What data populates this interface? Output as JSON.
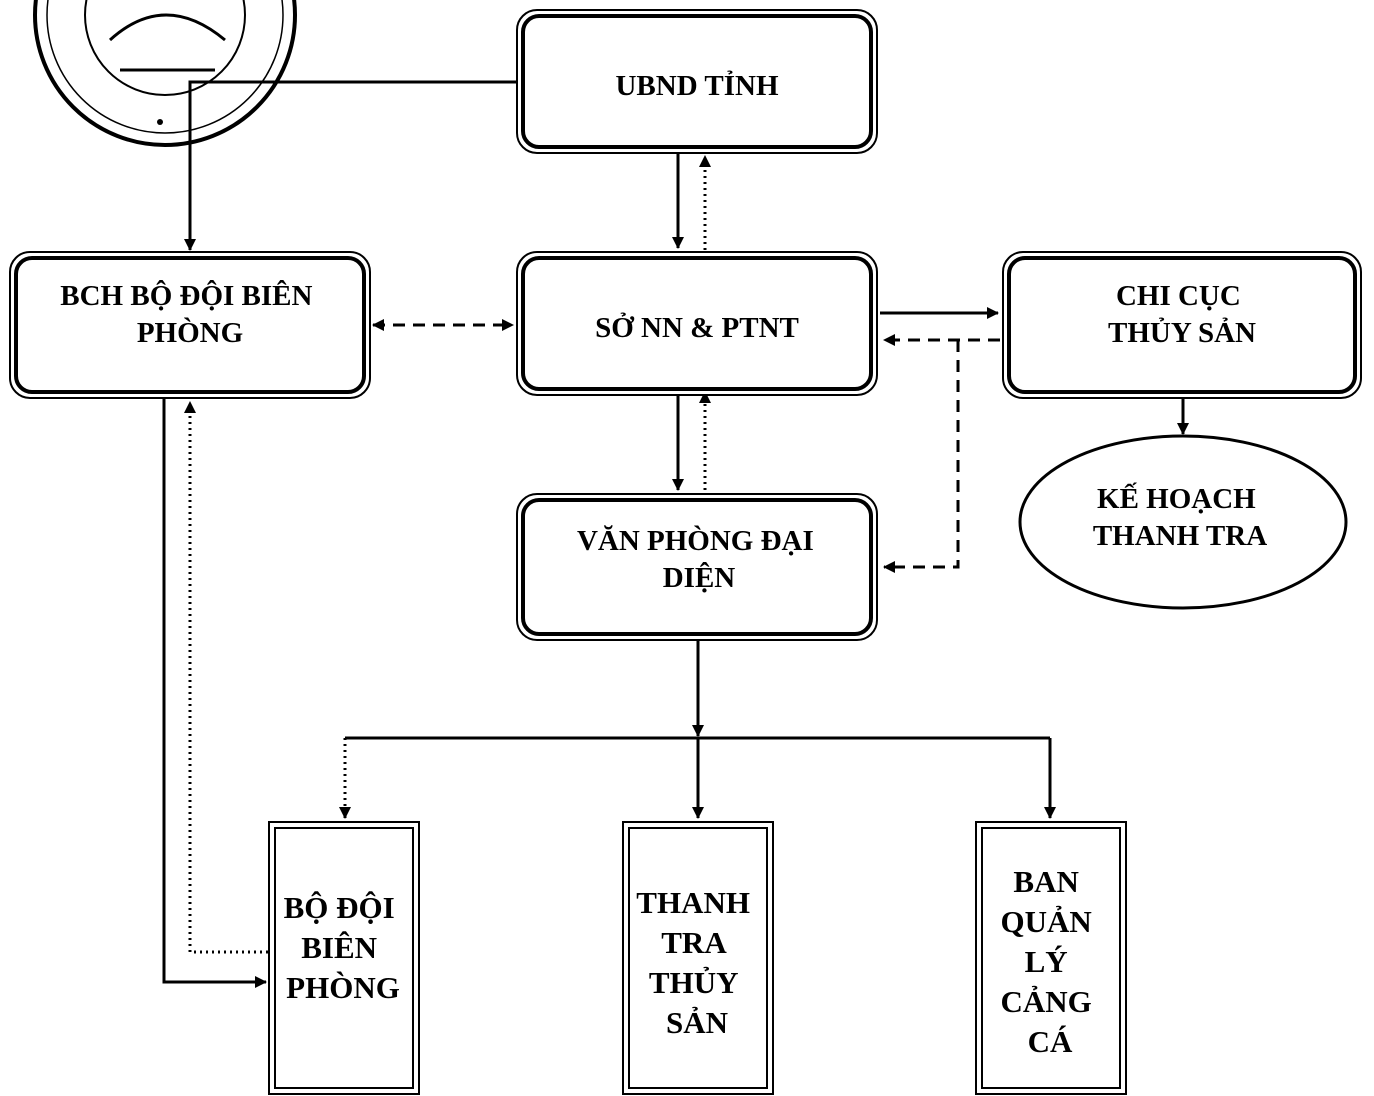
{
  "nodes": {
    "ubnd": {
      "lines": [
        "UBND TỈNH"
      ]
    },
    "bch": {
      "lines": [
        "BCH BỘ ĐỘI BIÊN",
        "PHÒNG"
      ]
    },
    "so": {
      "lines": [
        "SỞ NN & PTNT"
      ]
    },
    "chicuc": {
      "lines": [
        "CHI CỤC",
        "THỦY SẢN"
      ]
    },
    "kehoach": {
      "lines": [
        "KẾ HOẠCH",
        "THANH TRA"
      ]
    },
    "vanphong": {
      "lines": [
        "VĂN PHÒNG ĐẠI",
        "DIỆN"
      ]
    },
    "bodoi": {
      "lines": [
        "BỘ ĐỘI",
        "BIÊN",
        "PHÒNG"
      ]
    },
    "thanhtra": {
      "lines": [
        "THANH",
        "TRA",
        "THỦY",
        "SẢN"
      ]
    },
    "banquanly": {
      "lines": [
        "BAN",
        "QUẢN",
        "LÝ",
        "CẢNG",
        "CÁ"
      ]
    }
  },
  "colors": {
    "line": "#000000",
    "background": "#ffffff"
  }
}
